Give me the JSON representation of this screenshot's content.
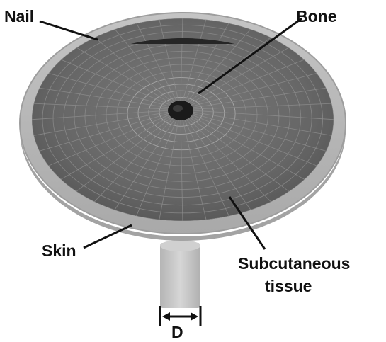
{
  "labels": {
    "nail": "Nail",
    "bone": "Bone",
    "skin": "Skin",
    "subcutaneous_line1": "Subcutaneous",
    "subcutaneous_line2": "tissue",
    "diameter": "D"
  },
  "colors": {
    "skin": "#b9b9b9",
    "skin_edge": "#9d9d9d",
    "subcutaneous": "#6a6a6a",
    "nail": "#262626",
    "bone": "#111111",
    "mesh": "#8f8f8f",
    "indenter": "#c8c8c8",
    "label_text": "#111111"
  }
}
